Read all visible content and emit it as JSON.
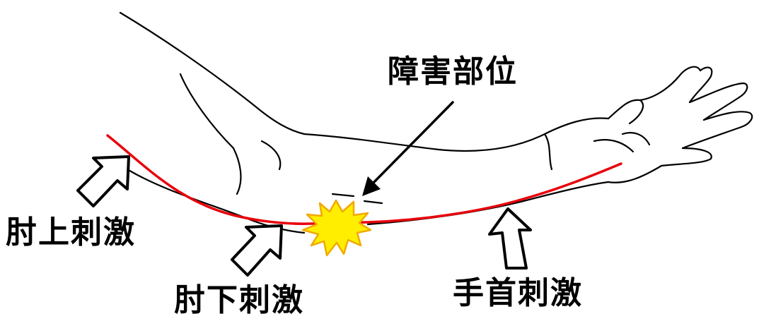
{
  "labels": {
    "lesion_site": "障害部位",
    "above_elbow": "肘上刺激",
    "below_elbow": "肘下刺激",
    "wrist": "手首刺激"
  },
  "colors": {
    "nerve": "#e8000b",
    "lesion_fill": "#ffee00",
    "lesion_outline": "#f2a900",
    "line": "#000000"
  },
  "icons": [
    "arm-outline",
    "nerve-line",
    "lesion-burst-icon",
    "pointer-arrow-icon",
    "stimulus-arrow-icon"
  ]
}
